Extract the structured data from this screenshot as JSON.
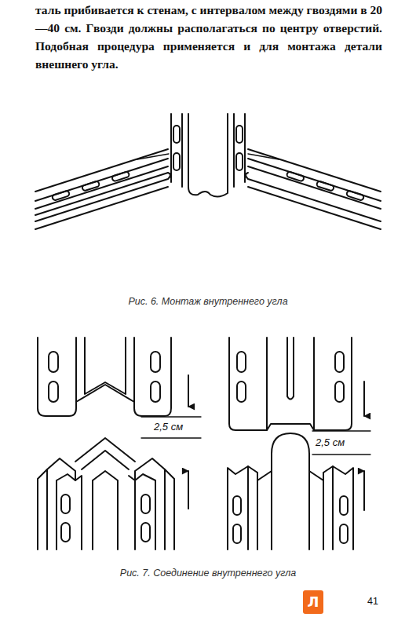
{
  "diagram": {
    "labels": [
      "таль прибивается к стенам, с интервалом между гвоздями в 20—40 см. Гвозди должны располагаться по центру отверстий. Подобная процедура применяется и для монтажа детали внешнего угла.",
      "Рис. 6. Монтаж внутреннего угла",
      "2,5 см",
      "2,5 см",
      "Рис. 7. Соединение внутреннего угла",
      "41",
      "Л"
    ]
  }
}
